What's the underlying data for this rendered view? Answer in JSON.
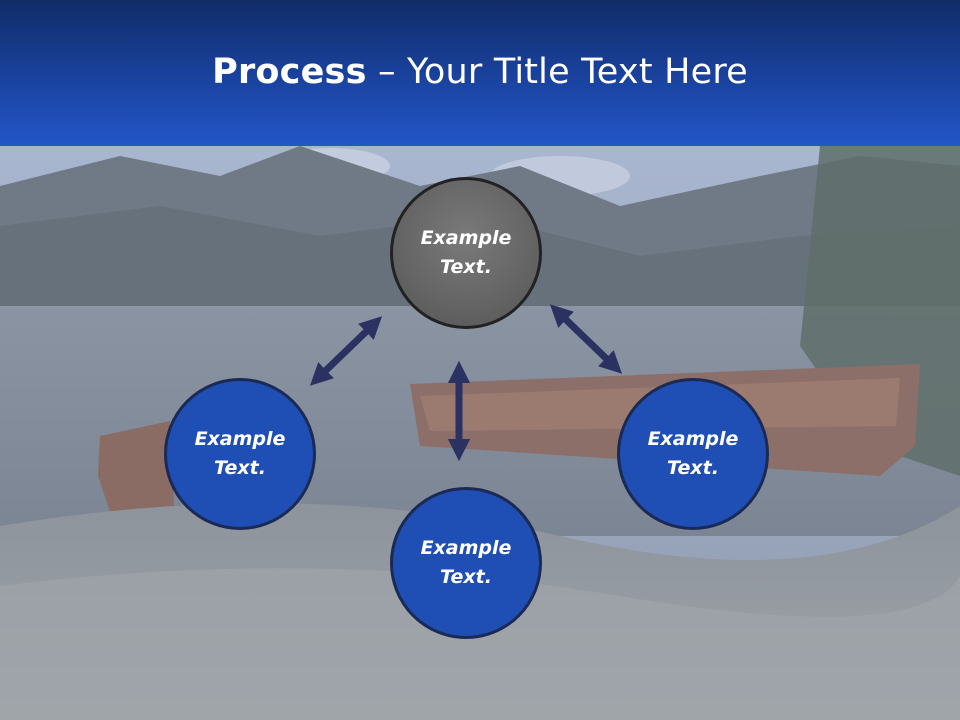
{
  "header": {
    "title_bold": "Process",
    "title_rest": " – Your Title Text Here"
  },
  "nodes": {
    "top": {
      "line1": "Example",
      "line2": "Text."
    },
    "left": {
      "line1": "Example",
      "line2": "Text."
    },
    "bottom": {
      "line1": "Example",
      "line2": "Text."
    },
    "right": {
      "line1": "Example",
      "line2": "Text."
    }
  },
  "colors": {
    "header_top": "#112c66",
    "header_bottom": "#2456c8",
    "node_blue": "#1f4fb4",
    "node_gray": "#666666",
    "arrow": "#2b3161"
  }
}
